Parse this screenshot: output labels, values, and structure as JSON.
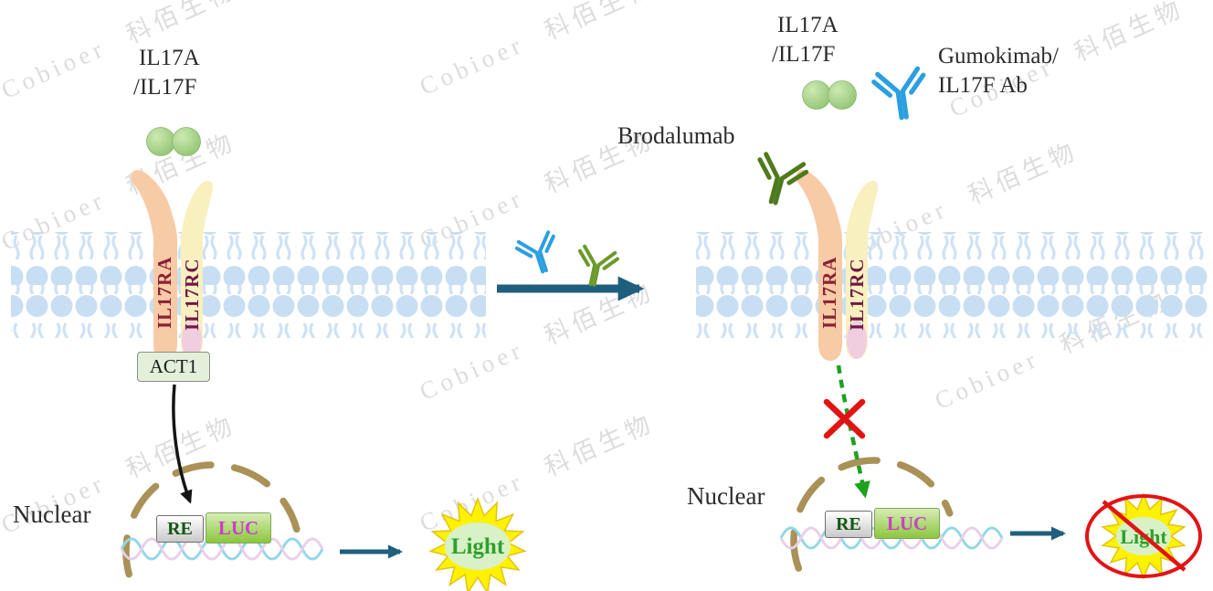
{
  "watermark": {
    "text": "Cobioer  科佰生物"
  },
  "left": {
    "ligand1": "IL17A",
    "ligand2": "/IL17F",
    "receptor_a": "IL17RA",
    "receptor_c": "IL17RC",
    "adapter": "ACT1",
    "nuclear": "Nuclear",
    "re": "RE",
    "luc": "LUC",
    "light": "Light"
  },
  "right": {
    "ligand1": "IL17A",
    "ligand2": "/IL17F",
    "ab_blue_line1": "Gumokimab/",
    "ab_blue_line2": "IL17F Ab",
    "ab_green": "Brodalumab",
    "receptor_a": "IL17RA",
    "receptor_c": "IL17RC",
    "nuclear": "Nuclear",
    "re": "RE",
    "luc": "LUC",
    "light": "Light"
  },
  "colors": {
    "ligand_green": "#a9d18e",
    "receptor_orange": "#f7cba6",
    "receptor_yellow": "#f9f0c0",
    "receptor_pink_tip": "#eec9e2",
    "membrane_blue": "#c8def2",
    "arrow_teal": "#1f5f7e",
    "signal_black": "#151515",
    "inhibit_red": "#e11414",
    "signal_green_dashed": "#1fa11f",
    "nucleus_tan": "#a99157",
    "luc_magenta": "#c93fc9",
    "re_green": "#135813",
    "light_green": "#2da02d",
    "star_yellow": "#fef200",
    "antibody_blue": "#2b9fe0",
    "antibody_green": "#6b9a2a",
    "antibody_dark_green": "#4e7a1c",
    "receptor_label_red": "#8b2033",
    "receptor_label_purple": "#6e1a45"
  }
}
